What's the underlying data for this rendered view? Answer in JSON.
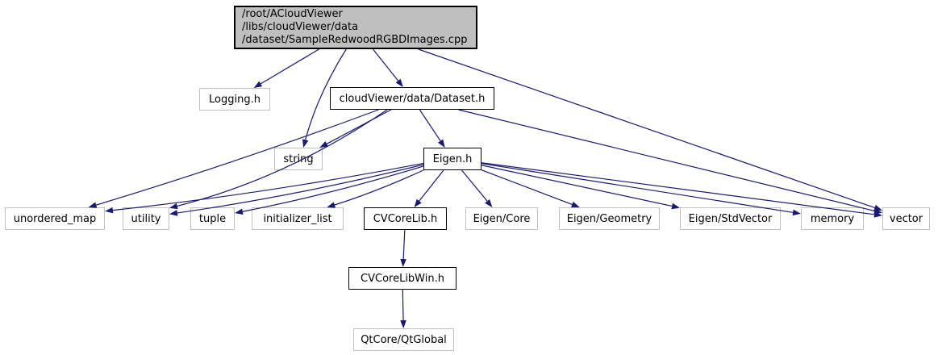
{
  "diagram": {
    "kind": "include-dependency-graph",
    "background_color": "#ffffff",
    "arrow_color": "#191970",
    "node_fill": "#ffffff",
    "current_node_fill": "#bfbfbf",
    "leaf_border_color": "#bfbfbf",
    "linked_border_color": "#000000",
    "nodes": [
      {
        "id": "cpp",
        "lines": [
          "/root/ACloudViewer",
          "/libs/cloudViewer/data",
          "/dataset/SampleRedwoodRGBDImages.cpp"
        ],
        "label": "/root/ACloudViewer /libs/cloudViewer/data /dataset/SampleRedwoodRGBDImages.cpp",
        "kind": "current"
      },
      {
        "id": "logging",
        "label": "Logging.h",
        "kind": "leaf"
      },
      {
        "id": "dataset",
        "label": "cloudViewer/data/Dataset.h",
        "kind": "linked"
      },
      {
        "id": "string",
        "label": "string",
        "kind": "leaf"
      },
      {
        "id": "eigen",
        "label": "Eigen.h",
        "kind": "linked"
      },
      {
        "id": "unordered_map",
        "label": "unordered_map",
        "kind": "leaf"
      },
      {
        "id": "utility",
        "label": "utility",
        "kind": "leaf"
      },
      {
        "id": "tuple",
        "label": "tuple",
        "kind": "leaf"
      },
      {
        "id": "initializer_list",
        "label": "initializer_list",
        "kind": "leaf"
      },
      {
        "id": "cvcorelib",
        "label": "CVCoreLib.h",
        "kind": "linked"
      },
      {
        "id": "eigen_core",
        "label": "Eigen/Core",
        "kind": "leaf"
      },
      {
        "id": "eigen_geometry",
        "label": "Eigen/Geometry",
        "kind": "leaf"
      },
      {
        "id": "eigen_stdvector",
        "label": "Eigen/StdVector",
        "kind": "leaf"
      },
      {
        "id": "memory",
        "label": "memory",
        "kind": "leaf"
      },
      {
        "id": "vector",
        "label": "vector",
        "kind": "leaf"
      },
      {
        "id": "cvcorelibwin",
        "label": "CVCoreLibWin.h",
        "kind": "linked"
      },
      {
        "id": "qtglobal",
        "label": "QtCore/QtGlobal",
        "kind": "leaf"
      }
    ],
    "edges": [
      {
        "from": "cpp",
        "to": "logging"
      },
      {
        "from": "cpp",
        "to": "string"
      },
      {
        "from": "cpp",
        "to": "dataset"
      },
      {
        "from": "cpp",
        "to": "vector"
      },
      {
        "from": "dataset",
        "to": "string"
      },
      {
        "from": "dataset",
        "to": "unordered_map"
      },
      {
        "from": "dataset",
        "to": "utility"
      },
      {
        "from": "dataset",
        "to": "eigen"
      },
      {
        "from": "dataset",
        "to": "vector"
      },
      {
        "from": "eigen",
        "to": "unordered_map"
      },
      {
        "from": "eigen",
        "to": "utility"
      },
      {
        "from": "eigen",
        "to": "tuple"
      },
      {
        "from": "eigen",
        "to": "initializer_list"
      },
      {
        "from": "eigen",
        "to": "cvcorelib"
      },
      {
        "from": "eigen",
        "to": "eigen_core"
      },
      {
        "from": "eigen",
        "to": "eigen_geometry"
      },
      {
        "from": "eigen",
        "to": "eigen_stdvector"
      },
      {
        "from": "eigen",
        "to": "memory"
      },
      {
        "from": "eigen",
        "to": "vector"
      },
      {
        "from": "cvcorelib",
        "to": "cvcorelibwin"
      },
      {
        "from": "cvcorelibwin",
        "to": "qtglobal"
      }
    ]
  }
}
